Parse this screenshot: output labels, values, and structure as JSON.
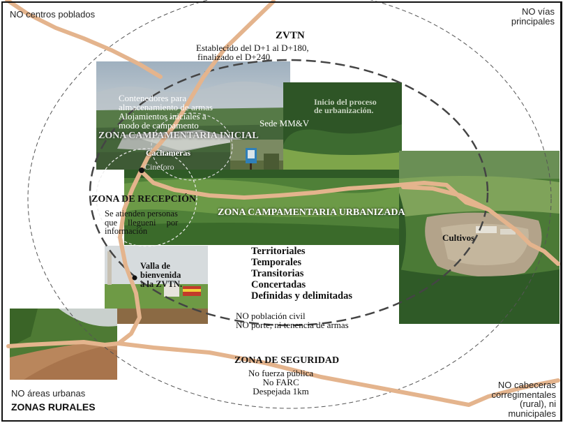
{
  "corners": {
    "top_left": "NO  centros poblados",
    "top_right": [
      "NO vías",
      "principales"
    ],
    "bottom_left": "NO áreas urbanas",
    "bottom_left_title": "ZONAS RURALES",
    "bottom_right": [
      "NO cabeceras",
      "corregimentales",
      "(rural), ni",
      "municipales"
    ]
  },
  "zvtn": {
    "title": "ZVTN",
    "lines": [
      "Establecido del D+1 al D+180,",
      "finalizado el D+240"
    ]
  },
  "zona_inicial": {
    "title": "ZONA CAMPAMENTARIA INICIAL",
    "notes": [
      "Contenedores para",
      "almacenamiento de armas",
      "Alojamientos iniciales a",
      "modo de campamento"
    ],
    "cachameras": "Cachameras",
    "cineforo": "Cineforo"
  },
  "sede": "Sede MM&V",
  "urbanizacion": [
    "Inicio del proceso",
    "de urbanización."
  ],
  "zona_urbanizada": "ZONA CAMPAMENTARIA URBANIZADA",
  "recepcion": {
    "title": "ZONA DE RECEPCIÓN",
    "lines": [
      "Se atienden personas",
      "que llegueni por",
      "información"
    ]
  },
  "valla": [
    "Valla de",
    "bienvenida",
    "a la ZVTN."
  ],
  "features": [
    "Territoriales",
    "Temporales",
    "Transitorias",
    "Concertadas",
    "Definidas y delimitadas"
  ],
  "restrictions": [
    "NO población civil",
    "NO porte, ni tenencia de armas"
  ],
  "cultivos": "Cultivos",
  "seguridad": {
    "title": "ZONA DE SEGURIDAD",
    "lines": [
      "No fuerza pública",
      "No FARC",
      "Despejada 1km"
    ]
  },
  "colors": {
    "road": "#e4b48d",
    "frame": "#111111",
    "circle": "#444444",
    "sky": "#8ea2b4",
    "forest": "#2f5a27",
    "meadow": "#6f9a45"
  }
}
